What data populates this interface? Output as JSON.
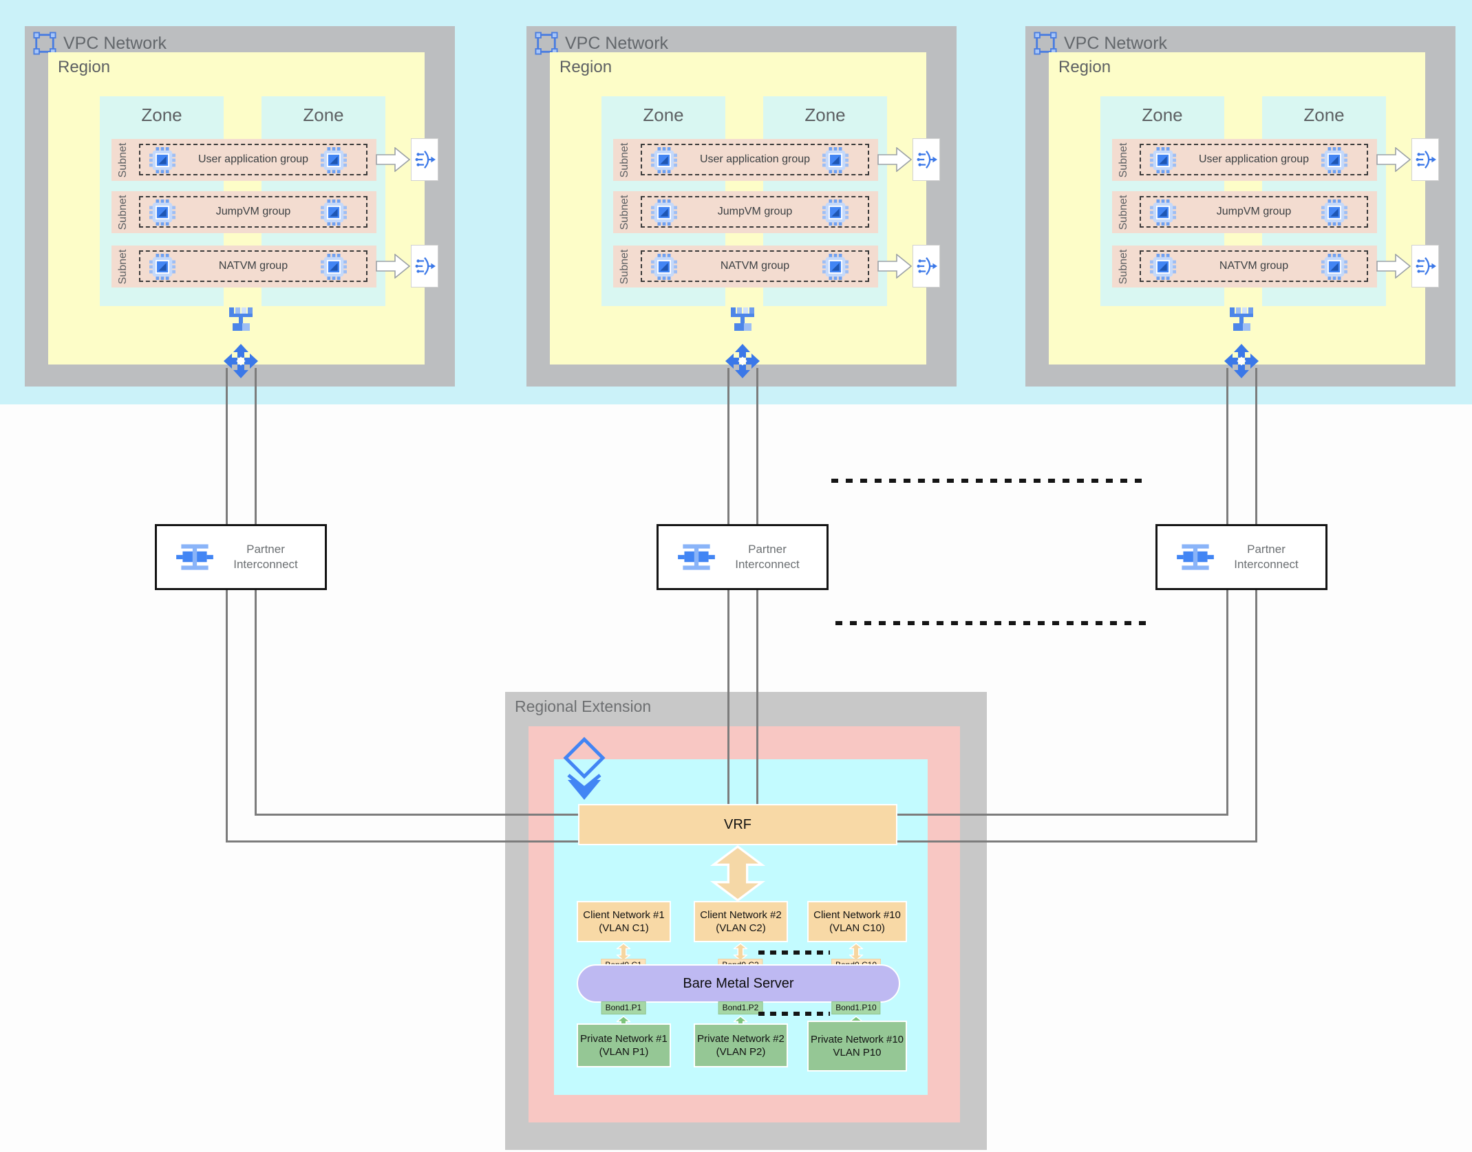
{
  "colors": {
    "top_band": "#cbf2f9",
    "vpc_gray": "#bcbec0",
    "region_yellow": "#fdfdc8",
    "zone_cyan": "#d9f7f2",
    "subnet_salmon": "#f3dcd0",
    "extension_gray": "#c8c8c8",
    "extension_pink": "#f8c7c3",
    "extension_cyan": "#c3fbff",
    "vrf_tan": "#f8d9a6",
    "server_lavender": "#beb9f2",
    "private_green": "#95c795",
    "accent_blue": "#4285f4",
    "line_gray": "#7c7c7c"
  },
  "icons": {
    "vpc": "vpc-brackets-icon",
    "vm": "compute-vm-chip-icon",
    "load_balancer": "load-balancer-icon",
    "switch": "network-switch-icon",
    "router": "four-way-arrows-icon",
    "interconnect": "partner-interconnect-icon",
    "layers": "stacked-layers-icon"
  },
  "vpc_networks": [
    {
      "title": "VPC Network",
      "region_label": "Region",
      "zones": [
        "Zone",
        "Zone"
      ],
      "subnets": [
        {
          "label": "Subnet",
          "group": "User application group"
        },
        {
          "label": "Subnet",
          "group": "JumpVM group"
        },
        {
          "label": "Subnet",
          "group": "NATVM group"
        }
      ]
    },
    {
      "title": "VPC Network",
      "region_label": "Region",
      "zones": [
        "Zone",
        "Zone"
      ],
      "subnets": [
        {
          "label": "Subnet",
          "group": "User application group"
        },
        {
          "label": "Subnet",
          "group": "JumpVM group"
        },
        {
          "label": "Subnet",
          "group": "NATVM group"
        }
      ]
    },
    {
      "title": "VPC Network",
      "region_label": "Region",
      "zones": [
        "Zone",
        "Zone"
      ],
      "subnets": [
        {
          "label": "Subnet",
          "group": "User application group"
        },
        {
          "label": "Subnet",
          "group": "JumpVM group"
        },
        {
          "label": "Subnet",
          "group": "NATVM group"
        }
      ]
    }
  ],
  "partner_interconnects": [
    {
      "label": "Partner Interconnect"
    },
    {
      "label": "Partner Interconnect"
    },
    {
      "label": "Partner Interconnect"
    }
  ],
  "regional_extension": {
    "title": "Regional Extension",
    "vrf_label": "VRF",
    "client_networks": [
      {
        "name": "Client Network #1",
        "vlan": "(VLAN C1)",
        "bond": "Bond0.C1"
      },
      {
        "name": "Client Network #2",
        "vlan": "(VLAN C2)",
        "bond": "Bond0.C2"
      },
      {
        "name": "Client Network #10",
        "vlan": "(VLAN C10)",
        "bond": "Bond0.C10"
      }
    ],
    "server_label": "Bare Metal Server",
    "private_networks": [
      {
        "name": "Private Network #1",
        "vlan": "(VLAN P1)",
        "bond": "Bond1.P1"
      },
      {
        "name": "Private Network #2",
        "vlan": "(VLAN P2)",
        "bond": "Bond1.P2"
      },
      {
        "name": "Private Network #10",
        "vlan": "VLAN P10",
        "bond": "Bond1.P10"
      }
    ]
  }
}
